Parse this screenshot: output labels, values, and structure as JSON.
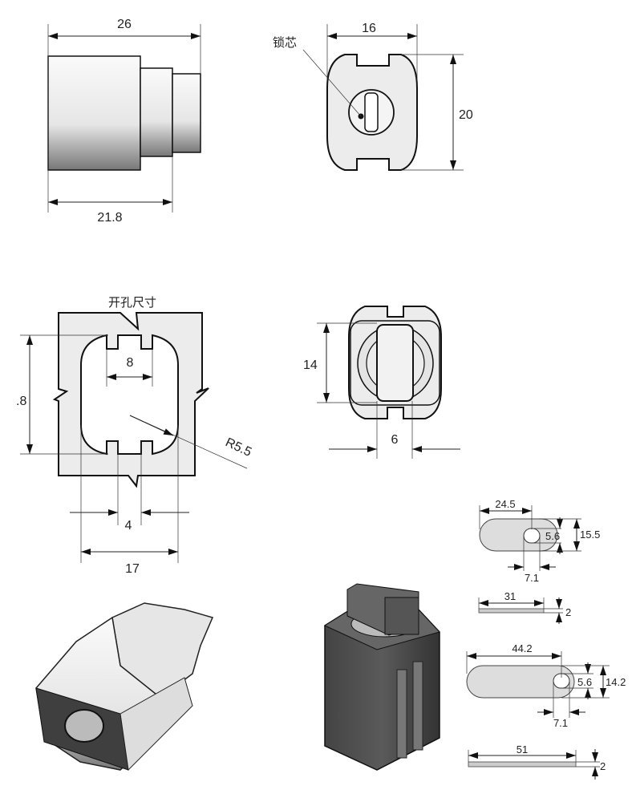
{
  "side_view": {
    "width_total": "26",
    "width_body": "21.8"
  },
  "front_view": {
    "width": "16",
    "height": "20",
    "core_label": "锁芯"
  },
  "cutout_view": {
    "title": "开孔尺寸",
    "height": ".8",
    "slot_width": "8",
    "radius": "R5.5",
    "notch_gap": "4",
    "width": "17"
  },
  "rear_view": {
    "height": "14",
    "key_width": "6"
  },
  "cam_short": {
    "length": "24.5",
    "hole": "5.6",
    "width": "15.5",
    "hole_width": "7.1",
    "side_length": "31",
    "thickness": "2"
  },
  "cam_long": {
    "length": "44.2",
    "hole": "5.6",
    "width": "14.2",
    "hole_width": "7.1",
    "side_length": "51",
    "thickness": "2"
  },
  "colors": {
    "fill": "#ececec",
    "line": "#111111",
    "dark": "#3a3a3a"
  }
}
